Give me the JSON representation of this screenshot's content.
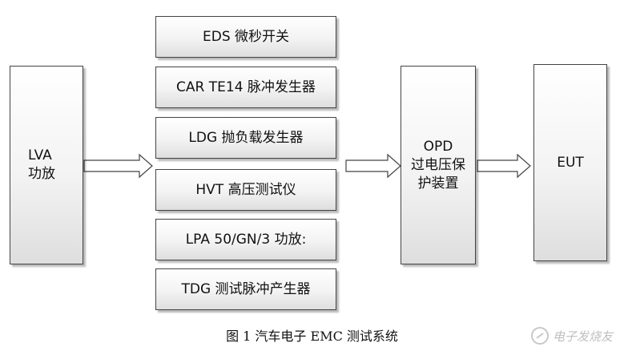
{
  "boxes": {
    "lva": {
      "line1": "LVA",
      "line2": "功放"
    },
    "generators": [
      {
        "label": "EDS 微秒开关"
      },
      {
        "label": "CAR TE14 脉冲发生器"
      },
      {
        "label": "LDG 抛负载发生器"
      },
      {
        "label": "HVT 高压测试仪"
      },
      {
        "label": "LPA 50/GN/3 功放:"
      },
      {
        "label": "TDG 测试脉冲产生器"
      }
    ],
    "opd": {
      "line1": "OPD",
      "line2": "过电压保",
      "line3": "护装置"
    },
    "eut": {
      "label": "EUT"
    }
  },
  "caption": "图 1 汽车电子 EMC 测试系统",
  "watermark": "电子发烧友",
  "colors": {
    "border": "#444444",
    "arrow_stroke": "#444444",
    "box_fill_top": "#ffffff",
    "box_fill_bottom": "#dedede"
  }
}
